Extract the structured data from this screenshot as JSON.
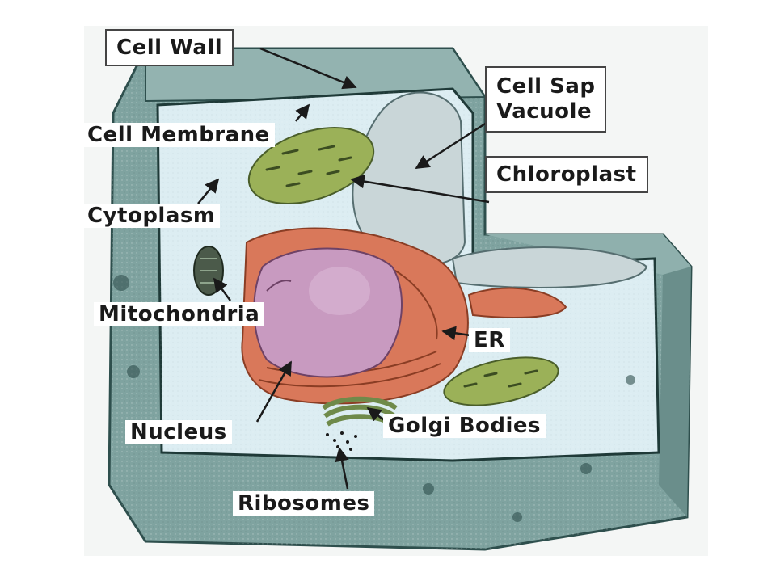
{
  "diagram": {
    "labels": {
      "cell_wall": "Cell Wall",
      "cell_sap_vacuole": [
        "Cell Sap",
        "Vacuole"
      ],
      "cell_membrane": "Cell Membrane",
      "chloroplast": "Chloroplast",
      "cytoplasm": "Cytoplasm",
      "mitochondria": "Mitochondria",
      "er": "ER",
      "nucleus": "Nucleus",
      "golgi_bodies": "Golgi Bodies",
      "ribosomes": "Ribosomes"
    },
    "colors": {
      "cell_wall": "#7fa3a0",
      "cytoplasm": "#dcedf2",
      "vacuole": "#c9d6d8",
      "chloroplast": "#9bb158",
      "nucleus": "#c89ac0",
      "er": "#d9785a",
      "mitochondria": "#4b5a4a",
      "golgi": "#6f8a4a",
      "arrow": "#1a1a1a"
    }
  }
}
